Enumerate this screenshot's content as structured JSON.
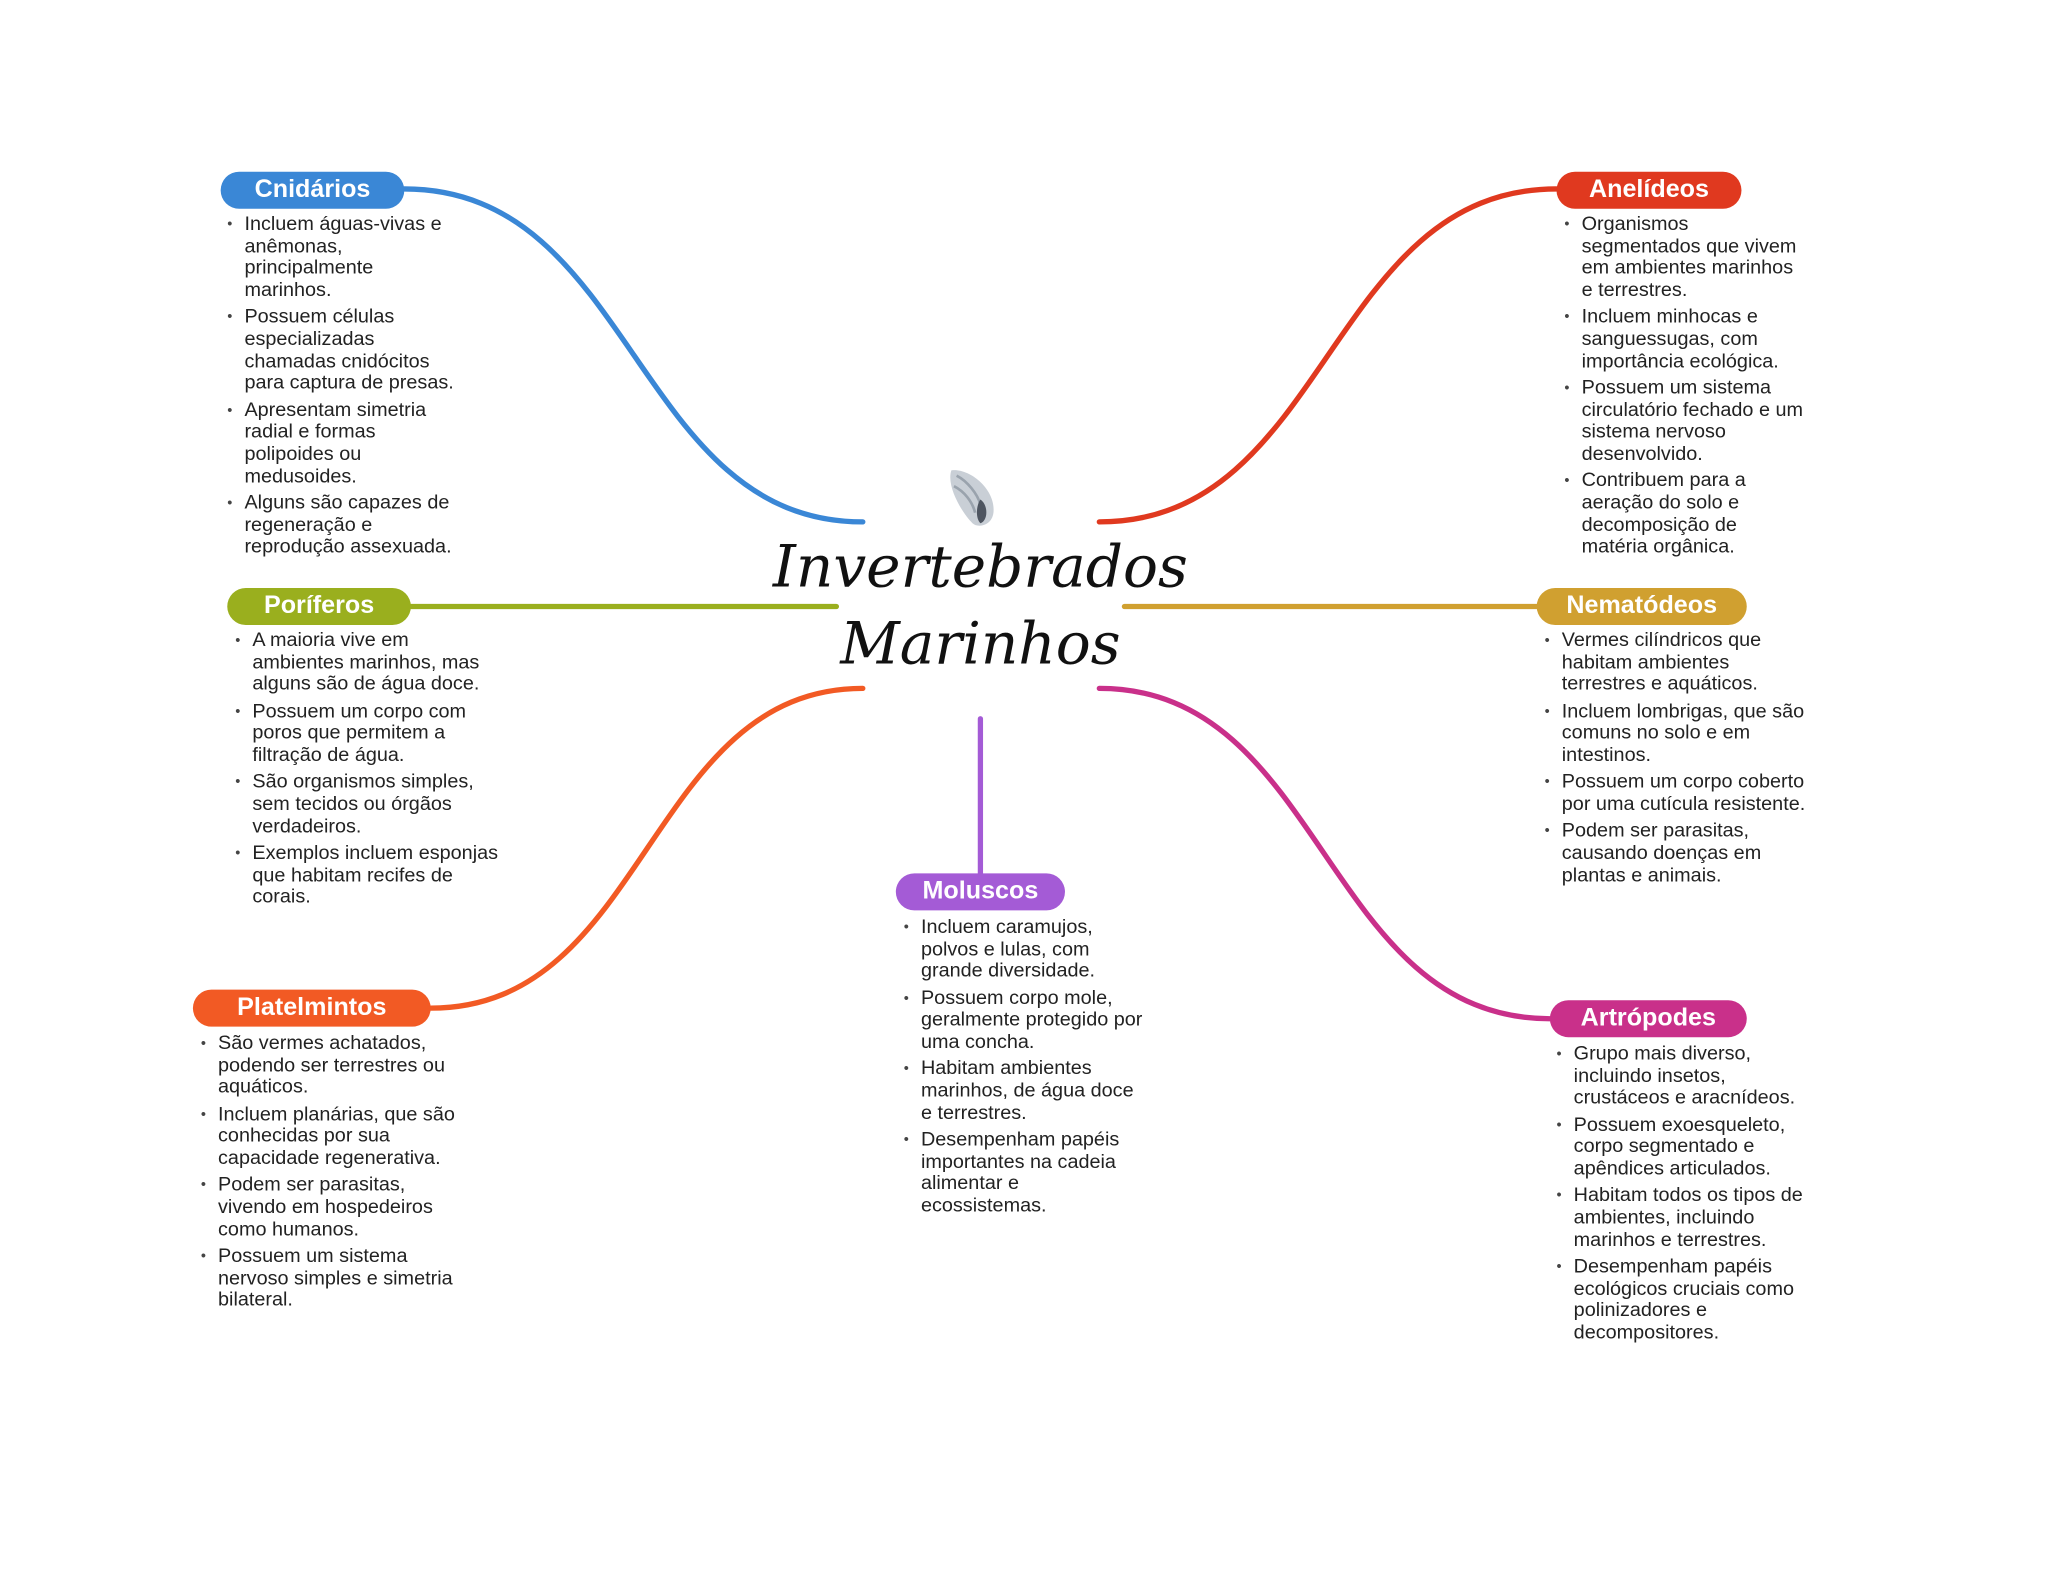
{
  "title": {
    "line1": "Invertebrados",
    "line2": "Marinhos",
    "icon": "shell-icon"
  },
  "colors": {
    "cnidarios": "#3a87d6",
    "anelideos": "#e0391f",
    "poriferos": "#9aaf1e",
    "nematodeos": "#d0a030",
    "moluscos": "#a45bd6",
    "platelmintos": "#f25a24",
    "artropodes": "#c9308a"
  },
  "branches": {
    "cnidarios": {
      "label": "Cnidários",
      "items": [
        "Incluem águas-vivas e anêmonas, principalmente marinhos.",
        "Possuem células especializadas chamadas cnidócitos para captura de presas.",
        "Apresentam simetria radial e formas polipoides ou medusoides.",
        "Alguns são capazes de regeneração e reprodução assexuada."
      ]
    },
    "anelideos": {
      "label": "Anelídeos",
      "items": [
        "Organismos segmentados que vivem em ambientes marinhos e terrestres.",
        "Incluem minhocas e sanguessugas, com importância ecológica.",
        "Possuem um sistema circulatório fechado e um sistema nervoso desenvolvido.",
        "Contribuem para a aeração do solo e decomposição de matéria orgânica."
      ]
    },
    "poriferos": {
      "label": "Poríferos",
      "items": [
        "A maioria vive em ambientes marinhos, mas alguns são de água doce.",
        "Possuem um corpo com poros que permitem a filtração de água.",
        "São organismos simples, sem tecidos ou órgãos verdadeiros.",
        "Exemplos incluem esponjas que habitam recifes de corais."
      ]
    },
    "nematodeos": {
      "label": "Nematódeos",
      "items": [
        "Vermes cilíndricos que habitam ambientes terrestres e aquáticos.",
        "Incluem lombrigas, que são comuns no solo e em intestinos.",
        "Possuem um corpo coberto por uma cutícula resistente.",
        "Podem ser parasitas, causando doenças em plantas e animais."
      ]
    },
    "moluscos": {
      "label": "Moluscos",
      "items": [
        "Incluem caramujos, polvos e lulas, com grande diversidade.",
        "Possuem corpo mole, geralmente protegido por uma concha.",
        "Habitam ambientes marinhos, de água doce e terrestres.",
        "Desempenham papéis importantes na cadeia alimentar e ecossistemas."
      ]
    },
    "platelmintos": {
      "label": "Platelmintos",
      "items": [
        "São vermes achatados, podendo ser terrestres ou aquáticos.",
        "Incluem planárias, que são conhecidas por sua capacidade regenerativa.",
        "Podem ser parasitas, vivendo em hospedeiros como humanos.",
        "Possuem um sistema nervoso simples e simetria bilateral."
      ]
    },
    "artropodes": {
      "label": "Artrópodes",
      "items": [
        "Grupo mais diverso, incluindo insetos, crustáceos e aracnídeos.",
        "Possuem exoesqueleto, corpo segmentado e apêndices articulados.",
        "Habitam todos os tipos de ambientes, incluindo marinhos e terrestres.",
        "Desempenham papéis ecológicos cruciais como polinizadores e decompositores."
      ]
    }
  }
}
